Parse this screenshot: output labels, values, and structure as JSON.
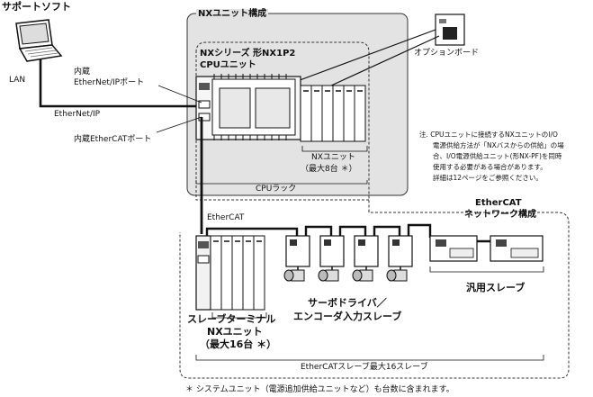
{
  "labels": {
    "support_software": "サポートソフト",
    "lan": "LAN",
    "builtin_ethernetip_port_l1": "内蔵",
    "builtin_ethernetip_port_l2": "EtherNet/IPポート",
    "ethernet_ip": "EtherNet/IP",
    "builtin_ethercat_port": "内蔵EtherCATポート",
    "nx_unit_config": "NXユニット構成",
    "cpu_unit_l1": "NXシリーズ 形NX1P2",
    "cpu_unit_l2": "CPUユニット",
    "option_board": "オプションボード",
    "nx_units_l1": "NXユニット",
    "nx_units_l2": "（最大8台 ＊）",
    "cpu_rack": "CPUラック",
    "ethercat": "EtherCAT",
    "ethercat_network_l1": "EtherCAT",
    "ethercat_network_l2": "ネットワーク構成",
    "servo_driver_l1": "サーボドライバ／",
    "servo_driver_l2": "エンコーダ入力スレーブ",
    "general_slave": "汎用スレーブ",
    "slave_terminal_l1": "スレーブターミナル",
    "slave_terminal_l2": "NXユニット",
    "slave_terminal_l3": "（最大16台 ＊）",
    "ethercat_slaves_max": "EtherCATスレーブ最大16スレーブ",
    "footnote": "＊ システムユニット（電源追加供給ユニットなど）も台数に含まれます。"
  },
  "note_lines": [
    "注. CPUユニットに接続するNXユニットのI/O",
    "　　電源供給方法が「NXバスからの供給」の場",
    "　　合、I/O電源供給ユニット(形NX-PF)を同時",
    "　　使用する必要がある場合があります。",
    "　　詳細は12ページをご参照ください。"
  ]
}
